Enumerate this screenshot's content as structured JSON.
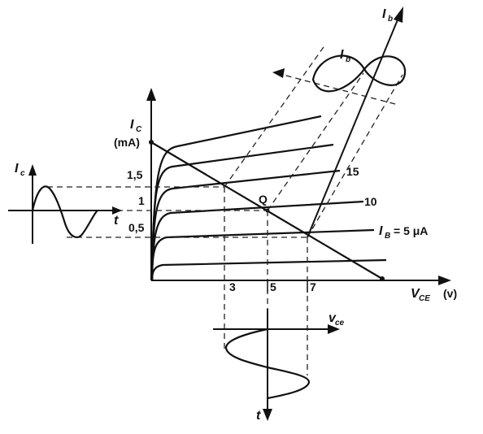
{
  "axes": {
    "y_symbol": "I",
    "y_subscript": "C",
    "y_unit": "(mA)",
    "x_symbol": "V",
    "x_subscript": "CE",
    "x_unit": "(v)",
    "y_ticks": [
      "1,5",
      "1",
      "0,5"
    ],
    "x_ticks": [
      "3",
      "5",
      "7"
    ]
  },
  "curves": {
    "ib_labels": [
      "15",
      "10"
    ],
    "ib_symbol": "I",
    "ib_subscript": "B",
    "ib_value": "= 5 μA"
  },
  "operating_point": {
    "label": "Q"
  },
  "ic_waveform": {
    "symbol": "I",
    "subscript": "c",
    "time_label": "t"
  },
  "vce_waveform": {
    "symbol": "v",
    "subscript": "ce",
    "time_label": "t"
  },
  "ib_waveform": {
    "symbol": "I",
    "subscript": "b"
  },
  "input_axis": {
    "symbol": "I",
    "subscript": "b"
  }
}
